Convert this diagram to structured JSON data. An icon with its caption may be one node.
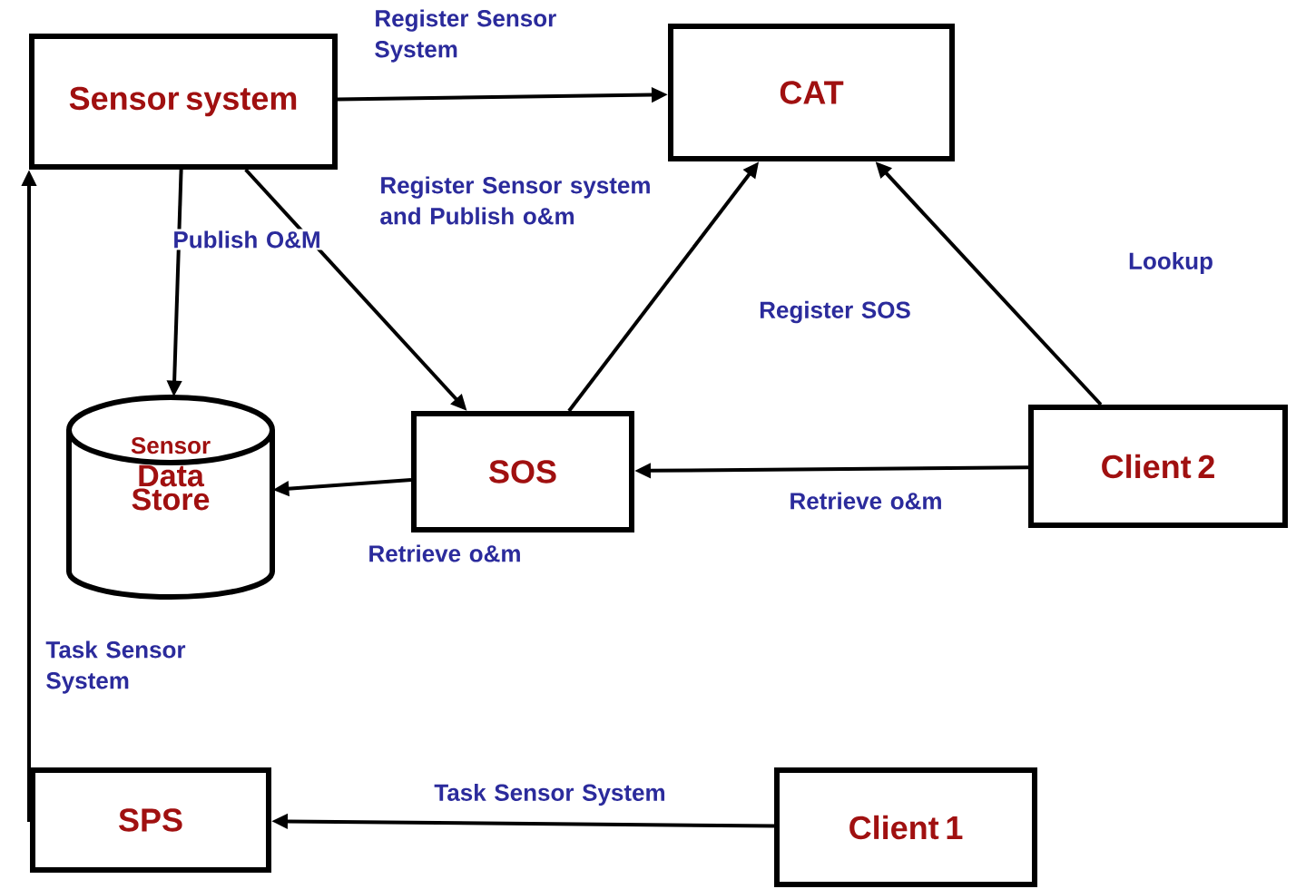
{
  "diagram": {
    "nodes": [
      {
        "text": [
          "Sensor system"
        ]
      },
      {
        "text": [
          "CAT"
        ]
      },
      {
        "text": [
          "Sensor",
          "Data Store"
        ]
      },
      {
        "text": [
          "SOS"
        ]
      },
      {
        "text": [
          "Client 2"
        ]
      },
      {
        "text": [
          "SPS"
        ]
      },
      {
        "text": [
          "Client 1"
        ]
      }
    ],
    "edges": [
      {
        "from": 0,
        "to": 1,
        "arrow": "to",
        "label": "Register Sensor System"
      },
      {
        "from": 0,
        "to": 3,
        "arrow": "to",
        "label": "Register Sensor system and Publish o&m"
      },
      {
        "from": 0,
        "to": 2,
        "arrow": "to",
        "label": "Publish O&M"
      },
      {
        "from": 3,
        "to": 1,
        "arrow": "to",
        "label": "Register SOS"
      },
      {
        "from": 4,
        "to": 1,
        "arrow": "to",
        "label": "Lookup"
      },
      {
        "from": 4,
        "to": 3,
        "arrow": "to",
        "label": "Retrieve o&m"
      },
      {
        "from": 3,
        "to": 2,
        "arrow": "to",
        "label": "Retrieve o&m"
      },
      {
        "from": 5,
        "to": 0,
        "arrow": "to",
        "label": "Task Sensor System"
      },
      {
        "from": 6,
        "to": 5,
        "arrow": "to",
        "label": "Task Sensor System"
      }
    ]
  }
}
